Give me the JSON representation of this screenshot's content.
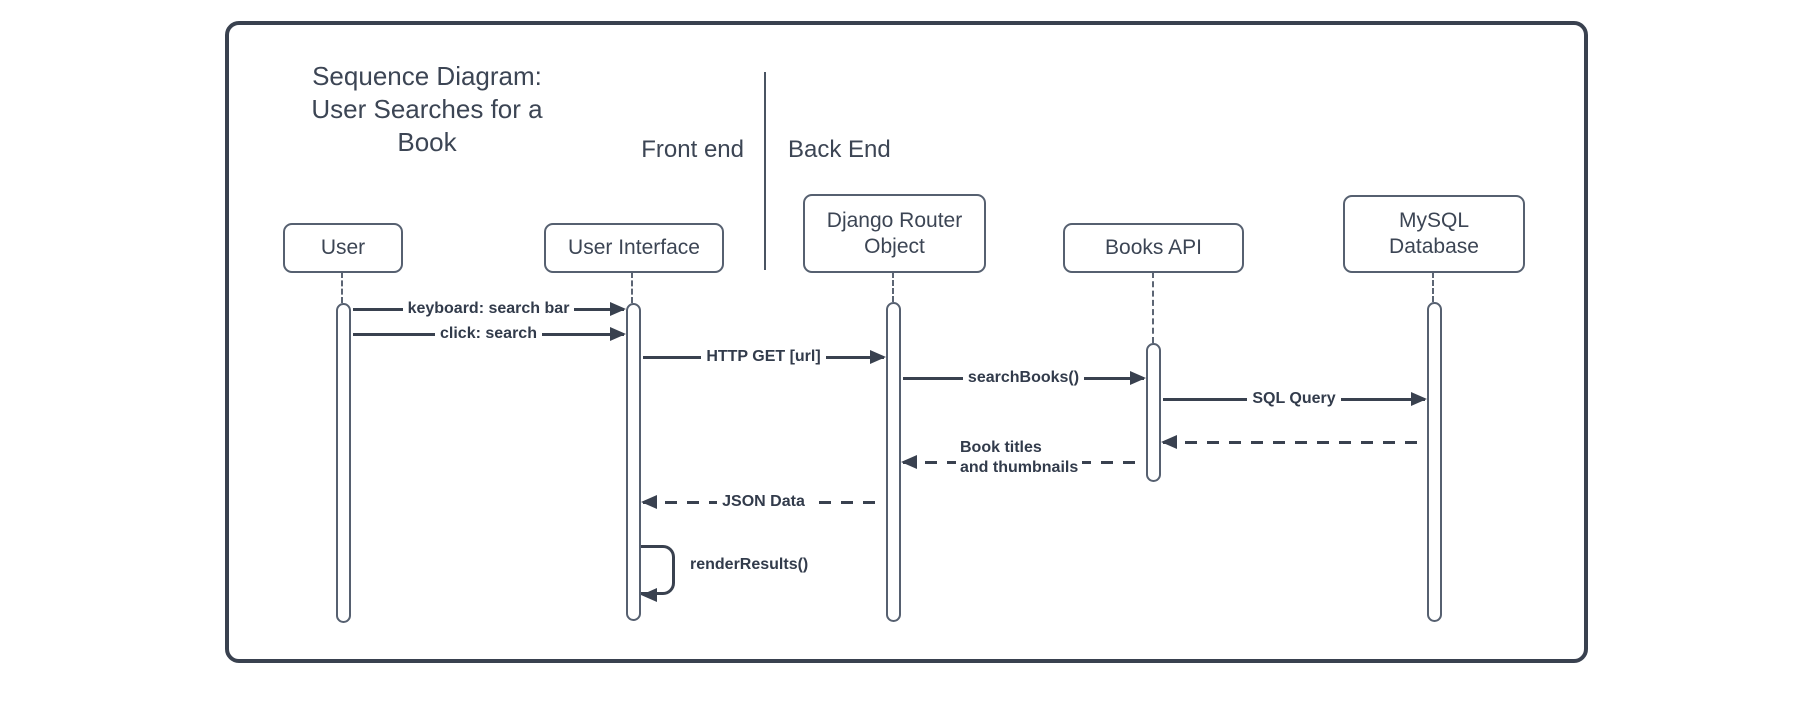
{
  "colors": {
    "stroke": "#39414f",
    "shape_border": "#566070",
    "text": "#3c4554",
    "background": "#ffffff"
  },
  "diagram": {
    "title": "Sequence Diagram:\nUser Searches for a\nBook",
    "zones": {
      "front_end": "Front end",
      "back_end": "Back End"
    },
    "actors": [
      {
        "label": "User"
      },
      {
        "label": "User Interface"
      },
      {
        "label": "Django Router\nObject"
      },
      {
        "label": "Books API"
      },
      {
        "label": "MySQL\nDatabase"
      }
    ],
    "messages": [
      {
        "label": "keyboard: search bar",
        "from": "User",
        "to": "User Interface",
        "line": "solid"
      },
      {
        "label": "click: search",
        "from": "User",
        "to": "User Interface",
        "line": "solid"
      },
      {
        "label": "HTTP GET [url]",
        "from": "User Interface",
        "to": "Django Router Object",
        "line": "solid"
      },
      {
        "label": "searchBooks()",
        "from": "Django Router Object",
        "to": "Books API",
        "line": "solid"
      },
      {
        "label": "SQL Query",
        "from": "Books API",
        "to": "MySQL Database",
        "line": "solid"
      },
      {
        "label": "",
        "from": "MySQL Database",
        "to": "Books API",
        "line": "dashed"
      },
      {
        "label": "Book titles\nand thumbnails",
        "from": "Books API",
        "to": "Django Router Object",
        "line": "dashed"
      },
      {
        "label": "JSON Data",
        "from": "Django Router Object",
        "to": "User Interface",
        "line": "dashed"
      },
      {
        "label": "renderResults()",
        "from": "User Interface",
        "to": "User Interface",
        "line": "self"
      }
    ]
  }
}
